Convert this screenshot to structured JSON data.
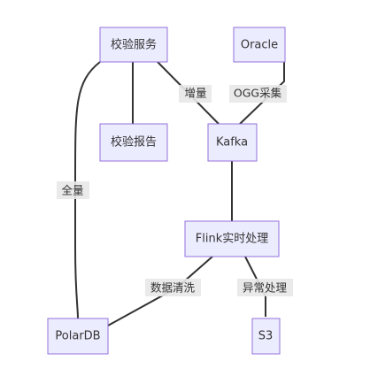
{
  "nodes": {
    "verify_service": "校验服务",
    "oracle": "Oracle",
    "verify_report": "校验报告",
    "kafka": "Kafka",
    "flink": "Flink实时处理",
    "polardb": "PolarDB",
    "s3": "S3"
  },
  "edges": {
    "full": "全量",
    "incremental": "增量",
    "ogg": "OGG采集",
    "cleaning": "数据清洗",
    "exception": "异常处理"
  },
  "colors": {
    "node_fill": "#ECECFF",
    "node_stroke": "#9370DB",
    "edge": "#333333",
    "label_bg": "#E8E8E8"
  }
}
